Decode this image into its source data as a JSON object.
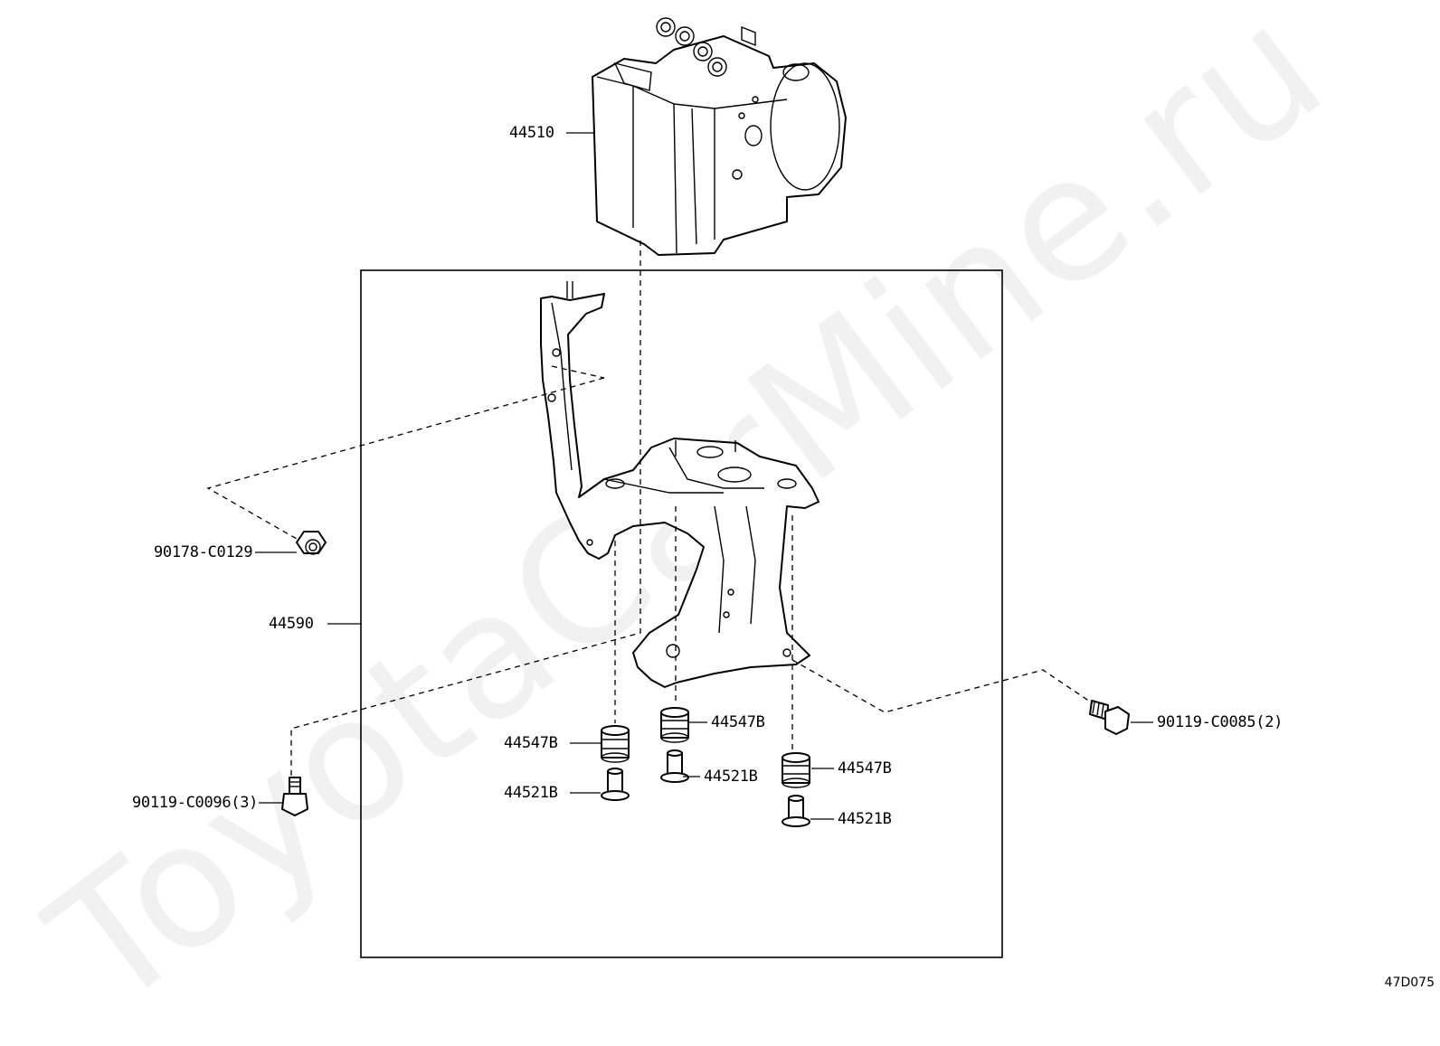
{
  "diagram": {
    "watermark": "ToyotaCarMine.ru",
    "figure_code": "47D075",
    "callouts": {
      "abs_actuator": "44510",
      "bracket_assembly": "44590",
      "nut_upper": "90178-C0129",
      "bolt_right": "90119-C0085(2)",
      "bolt_left": "90119-C0096(3)",
      "cushion_1": "44547B",
      "cushion_2": "44547B",
      "cushion_3": "44547B",
      "collar_1": "44521B",
      "collar_2": "44521B",
      "collar_3": "44521B"
    }
  }
}
